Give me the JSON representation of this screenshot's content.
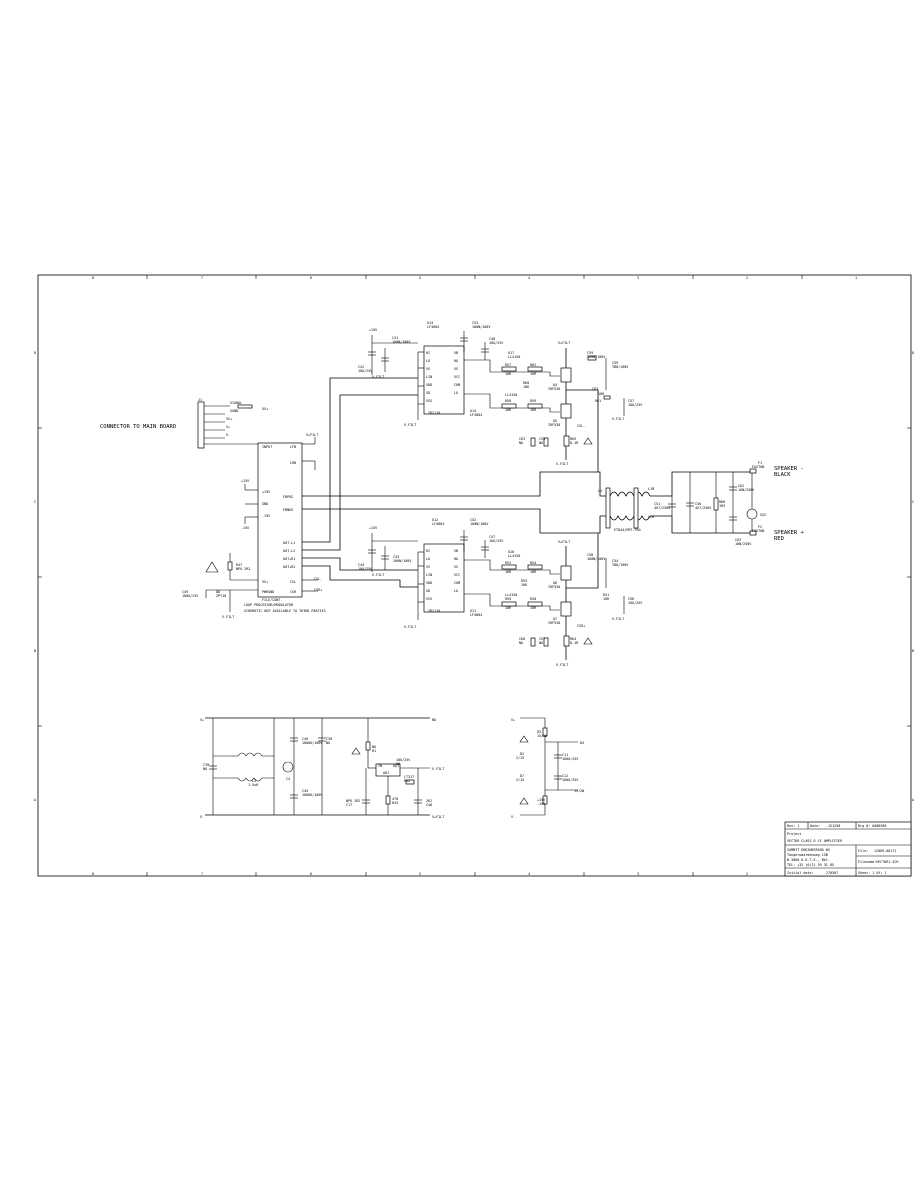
{
  "grid": {
    "columns": [
      "8",
      "7",
      "6",
      "5",
      "4",
      "3",
      "2",
      "1"
    ],
    "rows": [
      "D",
      "C",
      "B",
      "A"
    ]
  },
  "titles": {
    "connector": "CONNECTOR TO MAIN BOARD",
    "speaker_neg": [
      "SPEAKER -",
      "BLACK"
    ],
    "speaker_pos": [
      "SPEAKER +",
      "RED"
    ],
    "loop_processor": [
      "LOOP PROCESSOR/MODULATOR",
      "SCHEMATIC NOT AVAILABLE TO THIRD PARTIES"
    ]
  },
  "connector_j1": {
    "ref": "J1",
    "pins": [
      "SIGNAL",
      "SGND",
      "5V+",
      "V+",
      "V-"
    ]
  },
  "loop_block": {
    "ref": "FILE/CONT.",
    "left_pins": [
      "INPUT",
      "+15V",
      "GND",
      "-15V",
      "5V+",
      "PWRGND"
    ],
    "right_pins": [
      "LFB",
      "LRB",
      "FBPOS",
      "FBNEG",
      "OUT-L1",
      "OUT-L2",
      "OUT+R1",
      "OUT+R2",
      "CSL",
      "CSR"
    ]
  },
  "top_channel": {
    "driver": "IR2110",
    "u_labels": [
      "U13",
      "LF4004",
      "U14",
      "LF4004"
    ],
    "caps": [
      "C41",
      "100N/100V",
      "C42",
      "10U/25V",
      "C53",
      "100N/100V",
      "C48",
      "10U/25V",
      "C59",
      "100N/100V",
      "C57",
      "10U/25V",
      "C63",
      "NO",
      "C55",
      "NO"
    ],
    "resistors": [
      "R57",
      "10R",
      "R62",
      "10R",
      "R60",
      "10K",
      "R58",
      "10R",
      "R59",
      "10R",
      "R61",
      "10R",
      "R65",
      "0.1R",
      "R56",
      "4K7/2W"
    ],
    "mosfets": [
      "Q4",
      "IRF530",
      "Q5",
      "IRF530"
    ],
    "nets": [
      "V+FILT",
      "V-FILT",
      "CSL-",
      "+15V",
      "V-FILT"
    ]
  },
  "bottom_channel": {
    "driver": "IR2110",
    "u_labels": [
      "U12",
      "LF4004",
      "U11",
      "LF4004"
    ],
    "caps": [
      "C43",
      "100N/100V",
      "C44",
      "10U/25V",
      "C52",
      "100N/100V",
      "C47",
      "10U/25V",
      "C58",
      "100N/100V",
      "C56",
      "10U/25V",
      "C60",
      "NO",
      "C57",
      "NO"
    ],
    "resistors": [
      "R52",
      "10R",
      "R54",
      "10R",
      "R53",
      "10K",
      "R55",
      "10R",
      "R50",
      "10R",
      "R51",
      "10R",
      "R64",
      "0.1R",
      "R66",
      "4K7/2W"
    ],
    "mosfets": [
      "Q6",
      "IRF530",
      "Q7",
      "IRF530"
    ],
    "nets": [
      "V+FILT",
      "V-FILT",
      "CSR+",
      "+15V",
      "V-FILT"
    ]
  },
  "output_stage": {
    "inductors": [
      "L1",
      "ETD44/EMT-TRO",
      "L2"
    ],
    "caps": [
      "C51",
      "4U7/250V",
      "C50",
      "4U7/250V",
      "C62",
      "10N/250V",
      "C63",
      "10N/250V"
    ],
    "resistors": [
      "R68",
      "1R5"
    ],
    "fuses": [
      "F1",
      "FASTON",
      "F2",
      "FASTON"
    ],
    "spark_gap": "SG2"
  },
  "power_supply": {
    "labels": [
      "V+",
      "V-",
      "C39",
      "NO",
      "C40",
      "1000U/100V",
      "C45",
      "1000U/100V",
      "L3",
      "1.5uH",
      "C4",
      "NO",
      "D1",
      "NPO 2R2",
      "C17",
      "10U/25V",
      "U6",
      "LT317",
      "R45",
      "470",
      "R43",
      "2K2",
      "C48",
      "10U/25V",
      "C39",
      "NO",
      "V+FILT",
      "V-FILT",
      "5V+"
    ],
    "aux": [
      "D3",
      "15/2W",
      "C11",
      "100U/25V",
      "C12",
      "100U/25V",
      "D2",
      "2/15",
      "D7",
      "2/15",
      "D4",
      "15/2W",
      "+15V",
      "-15V",
      "V+",
      "V-"
    ]
  },
  "title_block": {
    "rev": "Rev: 1",
    "date_label": "Date:",
    "date": "1G1258",
    "drawn": "Drg #: 0008985",
    "project_label": "Project",
    "project": "VECTOR CLASS D LF AMPLIFIER",
    "company": [
      "SUMMIT ENGINEERING NV",
      "Tangerwaardenweg 15B",
      "B-3000 D.D.T.E., Bel.",
      "TEL: +32 (0)11 59 31 85"
    ],
    "file_label": "File:",
    "file": "12069-00171",
    "filename_label": "Filename:",
    "filename": "VECTOR1.SCH",
    "initial_date_label": "Initial date:",
    "initial_date": "270507",
    "sheet": "Sheet: 1 Of: 1"
  }
}
